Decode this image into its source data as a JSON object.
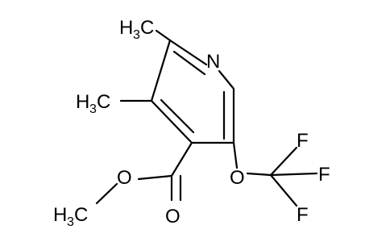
{
  "molecule": {
    "atoms": {
      "ring_n": "N",
      "ester_o_single": "O",
      "ester_o_double": "O",
      "ether_o": "O",
      "f_top": "F",
      "f_mid": "F",
      "f_bot": "F"
    },
    "methyl_groups": {
      "c2_methyl": {
        "h": "H",
        "count": "3",
        "c": "C"
      },
      "c3_methyl": {
        "h": "H",
        "count": "3",
        "c": "C"
      },
      "ester_methyl": {
        "h": "H",
        "count": "3",
        "c": "C"
      }
    }
  }
}
